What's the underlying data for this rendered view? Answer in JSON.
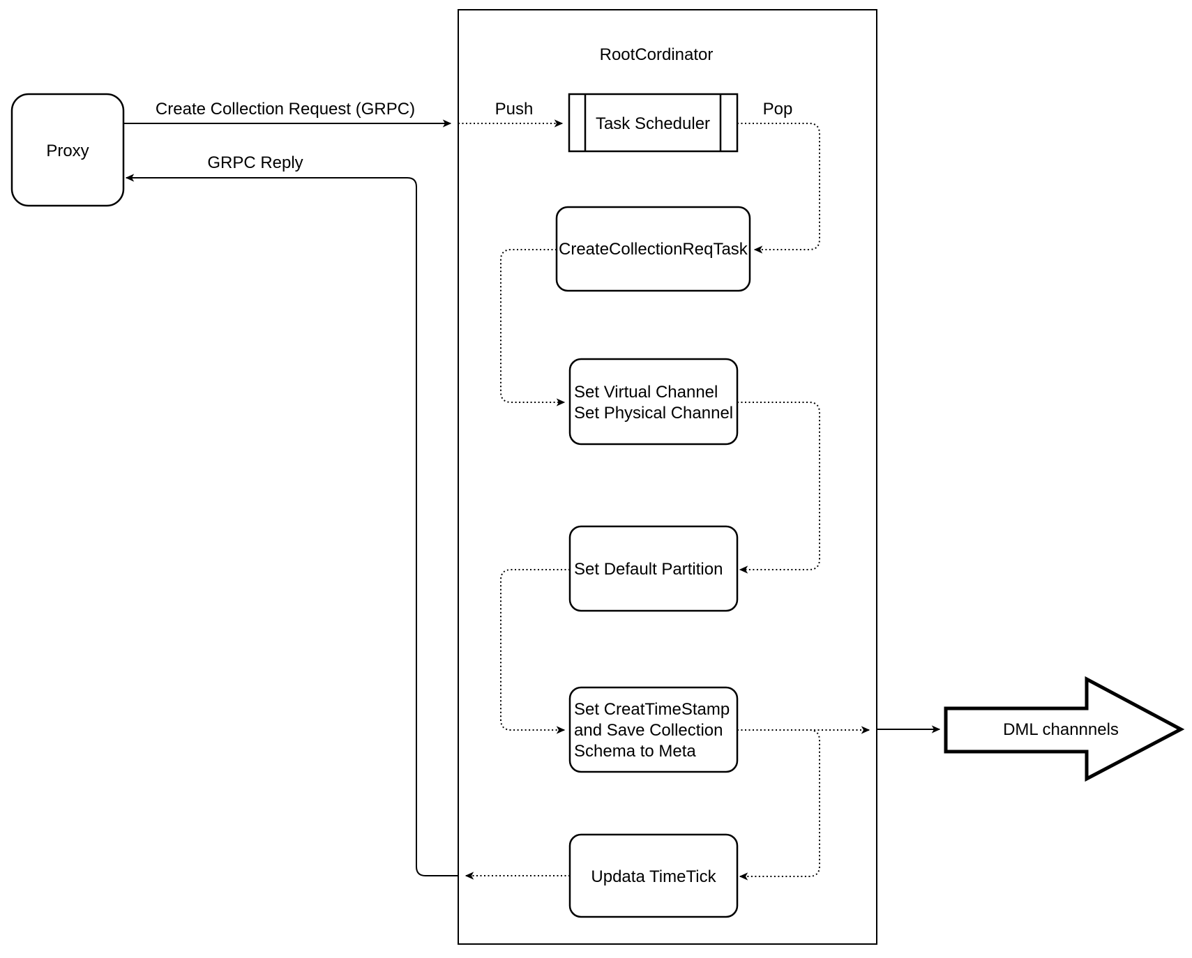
{
  "diagram": {
    "proxy_label": "Proxy",
    "container_title": "RootCordinator",
    "scheduler_label": "Task Scheduler",
    "edge_labels": {
      "request": "Create Collection Request (GRPC)",
      "reply": "GRPC Reply",
      "push": "Push",
      "pop": "Pop"
    },
    "tasks": {
      "create_req": "CreateCollectionReqTask",
      "set_channels": [
        "Set Virtual Channel",
        "Set Physical Channel"
      ],
      "set_default_partition": "Set Default Partition",
      "set_timestamp": [
        "Set CreatTimeStamp",
        "and Save Collection",
        "Schema to Meta"
      ],
      "update_timetick": "Updata TimeTick"
    },
    "output_label": "DML channnels",
    "colors": {
      "line": "#000000",
      "fill": "#ffffff"
    }
  }
}
